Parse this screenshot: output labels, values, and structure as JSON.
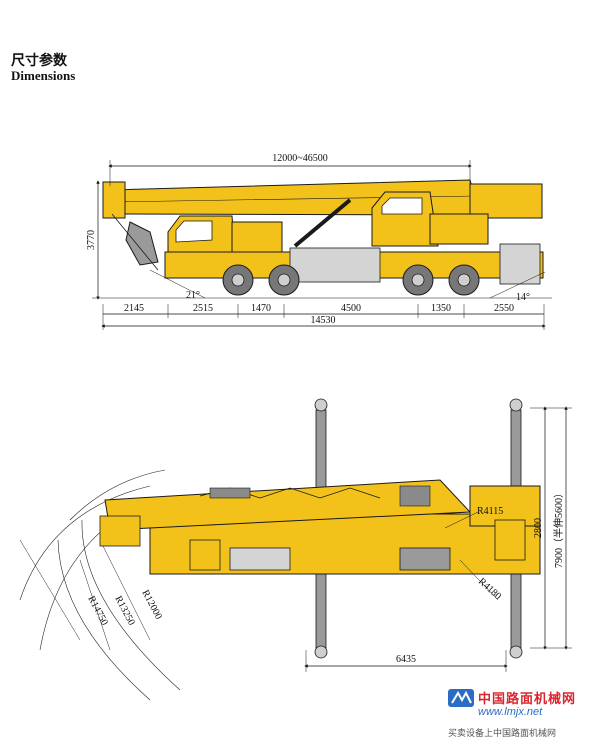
{
  "header": {
    "title_cn": "尺寸参数",
    "title_en": "Dimensions"
  },
  "side_view": {
    "overall_length_range": "12000~46500",
    "height": "3770",
    "approach_angle": "21°",
    "departure_angle": "14°",
    "segments": [
      "2145",
      "2515",
      "1470",
      "4500",
      "1350",
      "2550"
    ],
    "total_length": "14530"
  },
  "top_view": {
    "radius_a": "R4115",
    "radius_b": "R4180",
    "radius_c": "R12000",
    "radius_d": "R13250",
    "radius_e": "R14750",
    "outrigger_half": "2800",
    "outrigger_span": "7900（半伸5600）",
    "outrigger_length": "6435"
  },
  "watermark": {
    "site_name": "中国路面机械网",
    "url": "www.lmjx.net",
    "tagline": "买卖设备上中国路面机械网"
  },
  "colors": {
    "crane_yellow": "#f2c21a",
    "outline": "#1a1a1a",
    "grey": "#8a8a8a",
    "brand_red": "#d8262e"
  }
}
